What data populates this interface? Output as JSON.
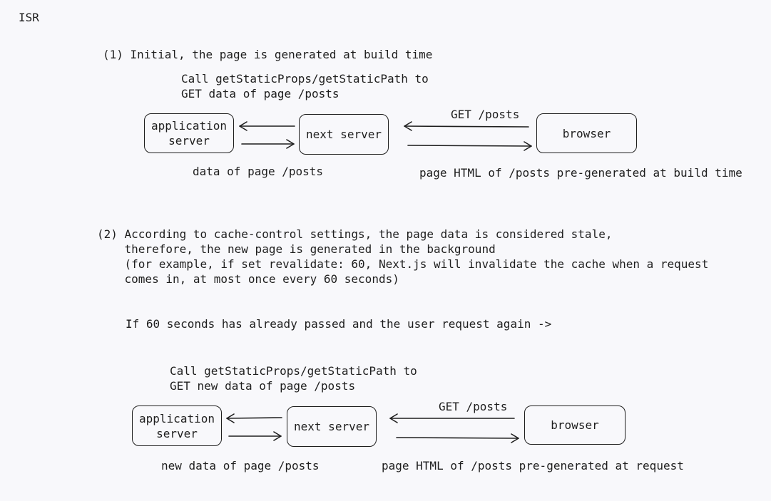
{
  "title": "ISR",
  "section1": {
    "heading": "(1) Initial, the page is generated at build time",
    "note": "Call getStaticProps/getStaticPath to\nGET data of page /posts",
    "app_server": "application\nserver",
    "next_server": "next server",
    "browser": "browser",
    "get_label": "GET /posts",
    "data_label": "data of page /posts",
    "html_label": "page HTML of /posts pre-generated at build time"
  },
  "section2": {
    "heading": "(2) According to cache-control settings, the page data is considered stale,\n    therefore, the new page is generated in the background\n    (for example, if set revalidate: 60, Next.js will invalidate the cache when a request\n    comes in, at most once every 60 seconds)",
    "condition": "If 60 seconds has already passed and the user request again ->",
    "note": "Call getStaticProps/getStaticPath to\nGET new data of page /posts",
    "app_server": "application\nserver",
    "next_server": "next server",
    "browser": "browser",
    "get_label": "GET /posts",
    "data_label": "new data of page /posts",
    "html_label": "page HTML of /posts pre-generated at request"
  }
}
